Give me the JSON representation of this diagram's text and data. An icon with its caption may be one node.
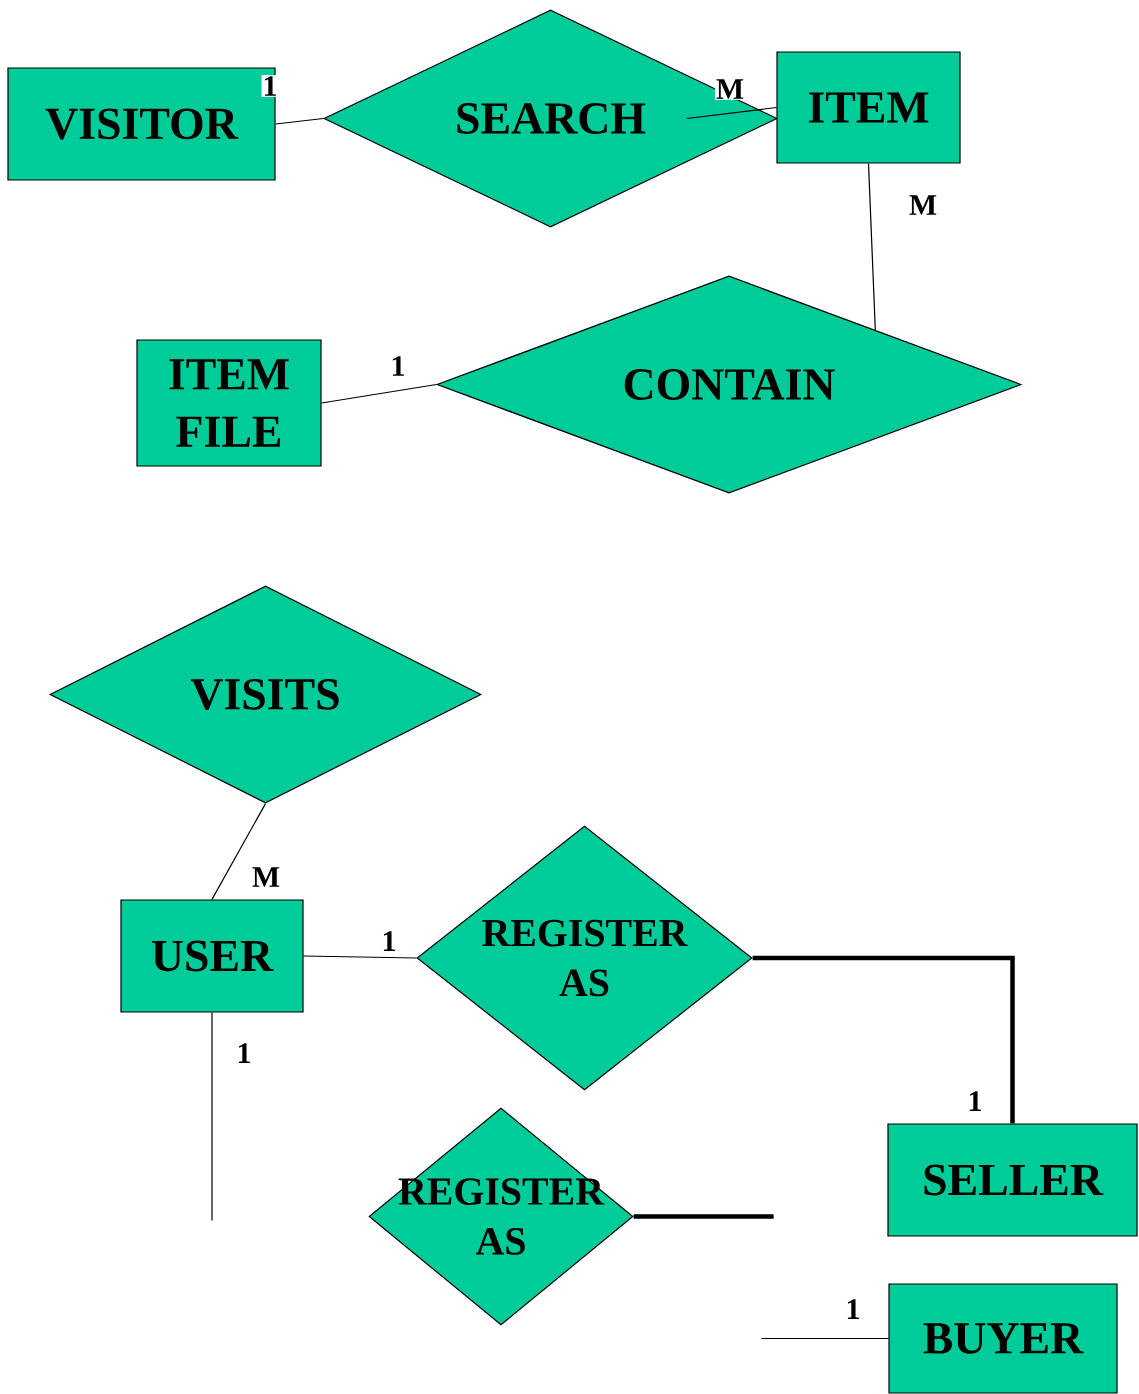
{
  "diagram": {
    "nodes": [
      {
        "text": [
          "VISITOR"
        ]
      },
      {
        "text": [
          "SEARCH"
        ]
      },
      {
        "text": [
          "ITEM"
        ]
      },
      {
        "text": [
          "ITEM FILE"
        ]
      },
      {
        "text": [
          "CONTAIN"
        ]
      },
      {
        "text": [
          "VISITS"
        ]
      },
      {
        "text": [
          "USER"
        ]
      },
      {
        "text": [
          "REGISTER AS"
        ]
      },
      {
        "text": [
          "SELLER"
        ]
      },
      {
        "text": [
          "REGISTER AS"
        ]
      },
      {
        "text": [
          "BUYER"
        ]
      }
    ],
    "edges": [
      {
        "from": 0,
        "to": 1,
        "arrow": "none",
        "label": "1"
      },
      {
        "from": 1,
        "to": 2,
        "arrow": "none",
        "label": "M"
      },
      {
        "from": 2,
        "to": 4,
        "arrow": "none",
        "label": "M"
      },
      {
        "from": 3,
        "to": 4,
        "arrow": "none",
        "label": "1"
      },
      {
        "from": 5,
        "to": 6,
        "arrow": "none",
        "label": "M"
      },
      {
        "from": 6,
        "to": 7,
        "arrow": "none",
        "label": "1"
      },
      {
        "from": 7,
        "to": 8,
        "arrow": "none",
        "label": "1",
        "style": "thick"
      },
      {
        "from": 6,
        "to": null,
        "arrow": "none",
        "label": "1"
      },
      {
        "from": 9,
        "to": null,
        "arrow": "none",
        "style": "thick"
      },
      {
        "from": null,
        "to": 10,
        "arrow": "none",
        "label": "1"
      }
    ]
  }
}
